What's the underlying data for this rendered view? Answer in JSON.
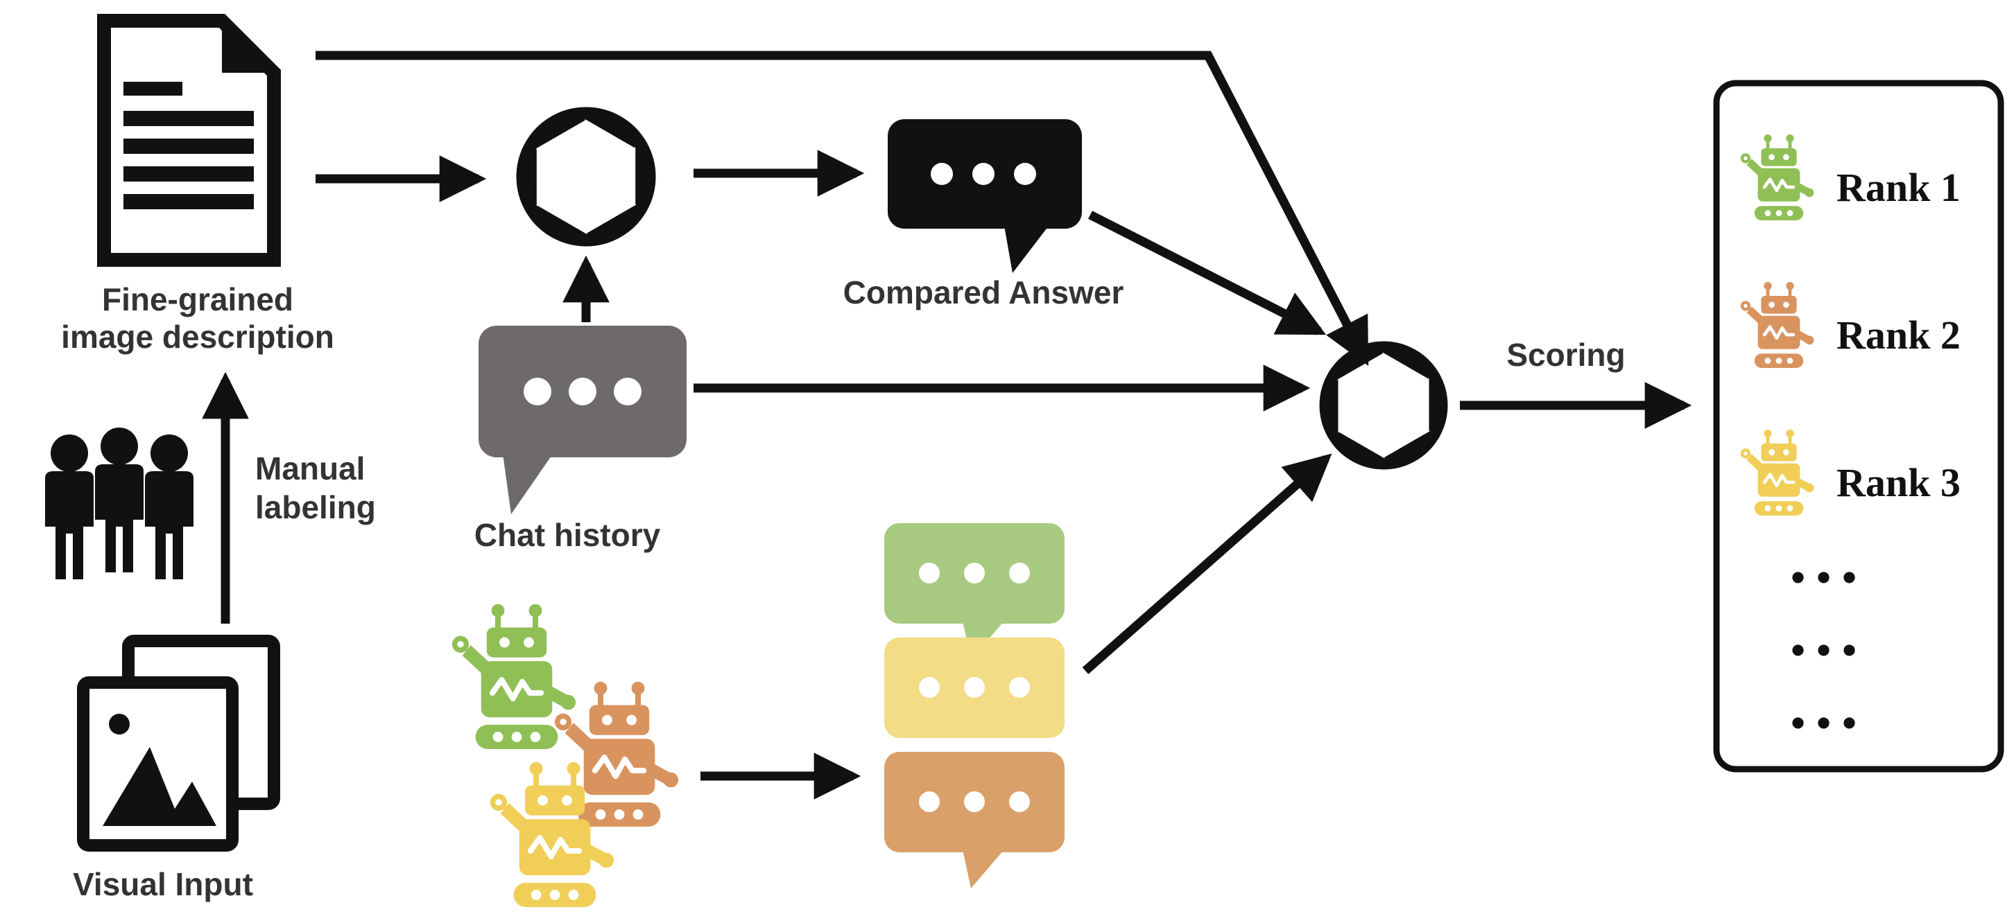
{
  "labels": {
    "fine_grained": [
      "Fine-grained",
      "image description"
    ],
    "manual_labeling": [
      "Manual",
      "labeling"
    ],
    "visual_input": "Visual Input",
    "chat_history": "Chat history",
    "compared_answer": "Compared Answer",
    "scoring": "Scoring"
  },
  "ranks": [
    {
      "label": "Rank 1",
      "color": "#8fbf55"
    },
    {
      "label": "Rank 2",
      "color": "#d9935f"
    },
    {
      "label": "Rank 3",
      "color": "#f0ce57"
    }
  ],
  "more_rows": [
    "...",
    "...",
    "..."
  ],
  "colors": {
    "black": "#111111",
    "gray": "#6d6a69",
    "robot_green": "#8fbf55",
    "robot_orange": "#d9935f",
    "robot_yellow": "#f0ce57",
    "bubble_green": "#a8ca80",
    "bubble_yellow": "#f2dc85",
    "bubble_orange": "#d9a06a",
    "text": "#333333"
  },
  "icons": {
    "document": "document-icon",
    "people": "group-of-people-icon",
    "photos": "photos-stack-icon",
    "llm": "openai-knot-icon",
    "speech_bubble": "speech-bubble-icon",
    "robot": "robot-icon"
  }
}
